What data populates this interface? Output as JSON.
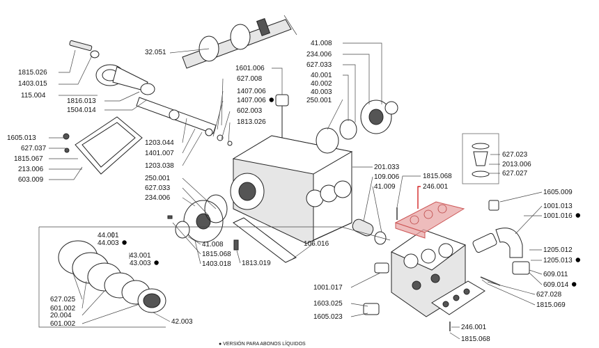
{
  "labels": [
    {
      "id": "l1",
      "text": "32.051",
      "marked": false
    },
    {
      "id": "l2",
      "text": "1815.026",
      "marked": false
    },
    {
      "id": "l3",
      "text": "1403.015",
      "marked": false
    },
    {
      "id": "l4",
      "text": "115.004",
      "marked": false
    },
    {
      "id": "l5",
      "text": "1816.013",
      "marked": false
    },
    {
      "id": "l6",
      "text": "1504.014",
      "marked": false
    },
    {
      "id": "l7",
      "text": "1605.013",
      "marked": false
    },
    {
      "id": "l8",
      "text": "627.037",
      "marked": false
    },
    {
      "id": "l9",
      "text": "1815.067",
      "marked": false
    },
    {
      "id": "l10",
      "text": "213.006",
      "marked": false
    },
    {
      "id": "l11",
      "text": "603.009",
      "marked": false
    },
    {
      "id": "l12",
      "text": "1601.006",
      "marked": false
    },
    {
      "id": "l13",
      "text": "627.008",
      "marked": false
    },
    {
      "id": "l14",
      "text": "1407.006",
      "marked": false
    },
    {
      "id": "l15",
      "text": "1407.006",
      "marked": true
    },
    {
      "id": "l16",
      "text": "602.003",
      "marked": false
    },
    {
      "id": "l17",
      "text": "1813.026",
      "marked": false
    },
    {
      "id": "l18",
      "text": "1203.044",
      "marked": false
    },
    {
      "id": "l19",
      "text": "1401.007",
      "marked": false
    },
    {
      "id": "l20",
      "text": "1203.038",
      "marked": false
    },
    {
      "id": "l21",
      "text": "250.001",
      "marked": false
    },
    {
      "id": "l22",
      "text": "627.033",
      "marked": false
    },
    {
      "id": "l23",
      "text": "234.006",
      "marked": false
    },
    {
      "id": "l24",
      "text": "41.008",
      "marked": false
    },
    {
      "id": "l25",
      "text": "234.006",
      "marked": false
    },
    {
      "id": "l26",
      "text": "627.033",
      "marked": false
    },
    {
      "id": "l27",
      "text": "40.001",
      "marked": false
    },
    {
      "id": "l28",
      "text": "40.002",
      "marked": false
    },
    {
      "id": "l29",
      "text": "40.003",
      "marked": false
    },
    {
      "id": "l30",
      "text": "250.001",
      "marked": false
    },
    {
      "id": "l31",
      "text": "201.033",
      "marked": false
    },
    {
      "id": "l32",
      "text": "109.006",
      "marked": false
    },
    {
      "id": "l33",
      "text": "41.009",
      "marked": false
    },
    {
      "id": "l34",
      "text": "1815.068",
      "marked": false
    },
    {
      "id": "l35",
      "text": "246.001",
      "marked": false
    },
    {
      "id": "l36",
      "text": "627.023",
      "marked": false
    },
    {
      "id": "l37",
      "text": "2013.006",
      "marked": false
    },
    {
      "id": "l38",
      "text": "627.027",
      "marked": false
    },
    {
      "id": "l39",
      "text": "1605.009",
      "marked": false
    },
    {
      "id": "l40",
      "text": "1001.013",
      "marked": false
    },
    {
      "id": "l41",
      "text": "1001.016",
      "marked": true
    },
    {
      "id": "l42",
      "text": "1205.012",
      "marked": false
    },
    {
      "id": "l43",
      "text": "1205.013",
      "marked": true
    },
    {
      "id": "l44",
      "text": "609.011",
      "marked": false
    },
    {
      "id": "l45",
      "text": "609.014",
      "marked": true
    },
    {
      "id": "l46",
      "text": "627.028",
      "marked": false
    },
    {
      "id": "l47",
      "text": "1815.069",
      "marked": false
    },
    {
      "id": "l48",
      "text": "246.001",
      "marked": false
    },
    {
      "id": "l49",
      "text": "1815.068",
      "marked": false
    },
    {
      "id": "l50",
      "text": "1001.017",
      "marked": false
    },
    {
      "id": "l51",
      "text": "1603.025",
      "marked": false
    },
    {
      "id": "l52",
      "text": "1605.023",
      "marked": false
    },
    {
      "id": "l53",
      "text": "41.008",
      "marked": false
    },
    {
      "id": "l54",
      "text": "1815.068",
      "marked": false
    },
    {
      "id": "l55",
      "text": "1403.018",
      "marked": false
    },
    {
      "id": "l56",
      "text": "1813.019",
      "marked": false
    },
    {
      "id": "l57",
      "text": "106.016",
      "marked": false
    },
    {
      "id": "l58",
      "text": "44.001",
      "marked": false
    },
    {
      "id": "l59",
      "text": "44.003",
      "marked": true
    },
    {
      "id": "l60",
      "text": "43.001",
      "marked": false
    },
    {
      "id": "l61",
      "text": "43.003",
      "marked": true
    },
    {
      "id": "l62",
      "text": "627.025",
      "marked": false
    },
    {
      "id": "l63",
      "text": "601.002",
      "marked": false
    },
    {
      "id": "l64",
      "text": "20.004",
      "marked": false
    },
    {
      "id": "l65",
      "text": "601.002",
      "marked": false
    },
    {
      "id": "l66",
      "text": "42.003",
      "marked": false
    }
  ],
  "footnote": "● VERSIÓN PARA ABONOS LÍQUIDOS",
  "colors": {
    "highlight": "#e8a6a6",
    "line": "#444444",
    "text": "#111111"
  }
}
